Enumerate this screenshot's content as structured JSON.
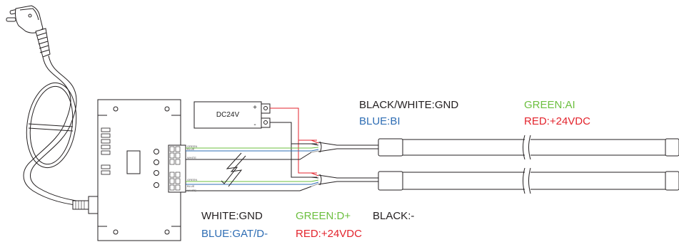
{
  "power_supply": {
    "label": "DC24V",
    "plus": "+",
    "minus": "-"
  },
  "upper_strip_wiring": {
    "line1": [
      {
        "text": "BLACK/WHITE:GND",
        "color": "#231f20"
      },
      {
        "text": "GREEN:AI",
        "color": "#6cbf3f"
      }
    ],
    "line2": [
      {
        "text": "BLUE:BI",
        "color": "#2e6db4"
      },
      {
        "text": "RED:+24VDC",
        "color": "#e3232c"
      }
    ]
  },
  "controller_wiring": {
    "line1": [
      {
        "text": "WHITE:GND",
        "color": "#231f20"
      },
      {
        "text": "GREEN:D+",
        "color": "#6cbf3f"
      },
      {
        "text": "BLACK:-",
        "color": "#231f20"
      }
    ],
    "line2": [
      {
        "text": "BLUE:GAT/D-",
        "color": "#2e6db4"
      },
      {
        "text": "RED:+24VDC",
        "color": "#e3232c"
      }
    ]
  },
  "terminal_labels": [
    "GREEN",
    "BLUE",
    "WHITE",
    "GREEN",
    "BLUE",
    "WHITE"
  ],
  "colors": {
    "line": "#231f20",
    "green": "#6cbf3f",
    "blue": "#2e6db4",
    "red": "#e3232c",
    "white_wire": "#9a9a9a"
  }
}
